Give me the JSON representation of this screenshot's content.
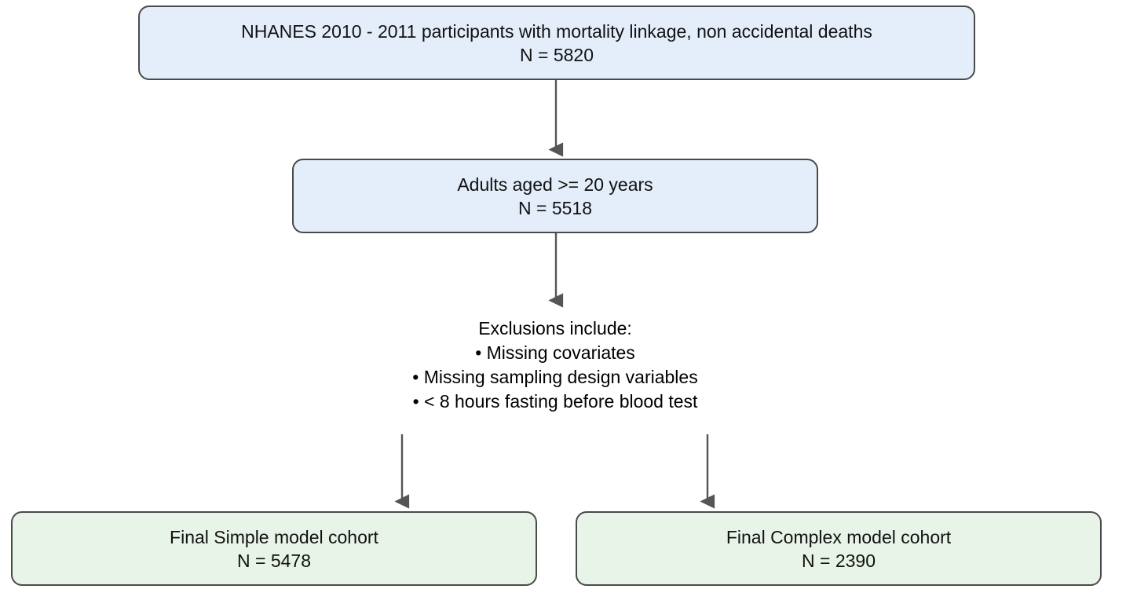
{
  "diagram": {
    "title": "NHANES cohort selection flowchart",
    "colors": {
      "node_blue_fill": "#e3eefa",
      "node_green_fill": "#e8f4e8",
      "node_border": "#4a4a4a",
      "edge": "#555555",
      "text": "#111111",
      "background": "#ffffff"
    },
    "nodes": {
      "top": {
        "line1": "NHANES 2010 - 2011 participants with mortality linkage, non accidental deaths",
        "line2": "N = 5820"
      },
      "adults": {
        "line1": "Adults aged >= 20 years",
        "line2": "N = 5518"
      },
      "exclusions": {
        "line1": "Exclusions include:",
        "line2": "• Missing covariates",
        "line3": "• Missing sampling design variables",
        "line4": "• < 8 hours fasting before blood test"
      },
      "simple": {
        "line1": "Final Simple model cohort",
        "line2": "N = 5478"
      },
      "complex": {
        "line1": "Final Complex model cohort",
        "line2": "N = 2390"
      }
    },
    "edges": [
      {
        "name": "top-to-adults",
        "from": "top",
        "to": "adults"
      },
      {
        "name": "adults-to-exclusions",
        "from": "adults",
        "to": "exclusions"
      },
      {
        "name": "exclusions-to-simple",
        "from": "exclusions",
        "to": "simple"
      },
      {
        "name": "exclusions-to-complex",
        "from": "exclusions",
        "to": "complex"
      }
    ]
  }
}
